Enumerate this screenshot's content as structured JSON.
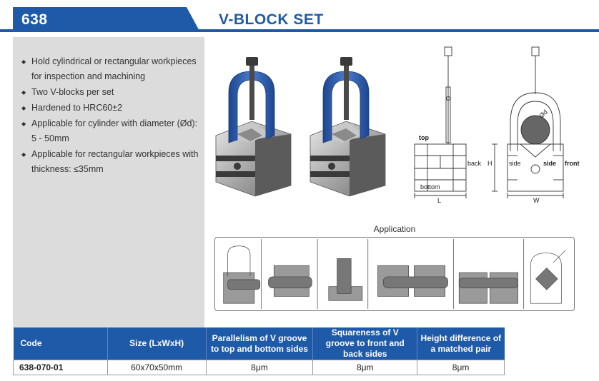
{
  "header": {
    "code": "638",
    "title": "V-BLOCK SET"
  },
  "features": [
    "Hold cylindrical or rectangular workpieces for inspection and machining",
    "Two V-blocks per set",
    "Hardened to HRC60±2",
    "Applicable for cylinder with diameter (Ød): 5 - 50mm",
    "Applicable for rectangular workpieces with thickness: ≤35mm"
  ],
  "drawing": {
    "top": "top",
    "back": "back",
    "bottom": "bottom",
    "l": "L",
    "h": "H",
    "side_left": "side",
    "side_right": "side",
    "front": "front",
    "w": "W",
    "diameter": "Ød"
  },
  "application_title": "Application",
  "table": {
    "headers": [
      "Code",
      "Size (LxWxH)",
      "Parallelism of V groove to top and bottom sides",
      "Squareness of V groove to front and back sides",
      "Height difference of a matched pair"
    ],
    "rows": [
      [
        "638-070-01",
        "60x70x50mm",
        "8μm",
        "8μm",
        "8μm"
      ]
    ]
  },
  "colors": {
    "brand_blue": "#1f5aa8",
    "panel_gray": "#dcdcdc",
    "clamp_blue": "#2f5fae"
  }
}
